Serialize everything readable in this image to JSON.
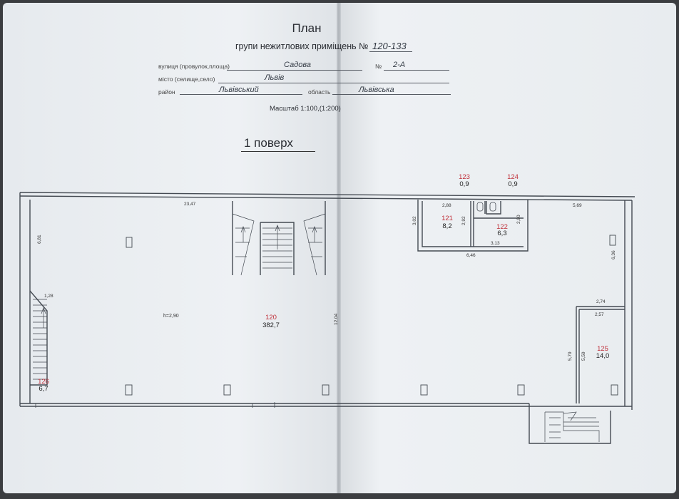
{
  "header": {
    "title": "План",
    "subtitle": "групи нежитлових приміщень №",
    "premises_numbers": "120-133",
    "street_label": "вулиця (провулок,площа)",
    "street_value": "Садова",
    "number_label": "№",
    "number_value": "2-А",
    "city_label": "місто (селище,село)",
    "city_value": "Львів",
    "district_label": "район",
    "district_value": "Львівський",
    "region_label": "область",
    "region_value": "Львівська",
    "scale": "Масштаб 1:100,(1:200)",
    "floor": "1 поверх"
  },
  "rooms": [
    {
      "id": "120",
      "area": "382,7"
    },
    {
      "id": "121",
      "area": "8,2"
    },
    {
      "id": "122",
      "area": "6,3"
    },
    {
      "id": "123",
      "area": "0,9"
    },
    {
      "id": "124",
      "area": "0,9"
    },
    {
      "id": "125",
      "area": "14,0"
    },
    {
      "id": "126",
      "area": "6,7"
    }
  ],
  "dimensions": {
    "d2347": "23,47",
    "d681": "6,81",
    "d128": "1,28",
    "h290": "h=2,90",
    "d1204": "12,04",
    "d288": "2,88",
    "d302": "3,02",
    "d292": "2,92",
    "d290": "2,90",
    "d313": "3,13",
    "d646": "6,46",
    "d569": "5,69",
    "d636": "6,36",
    "d274": "2,74",
    "d257": "2,57",
    "d579": "5,79",
    "d559": "5,59"
  }
}
